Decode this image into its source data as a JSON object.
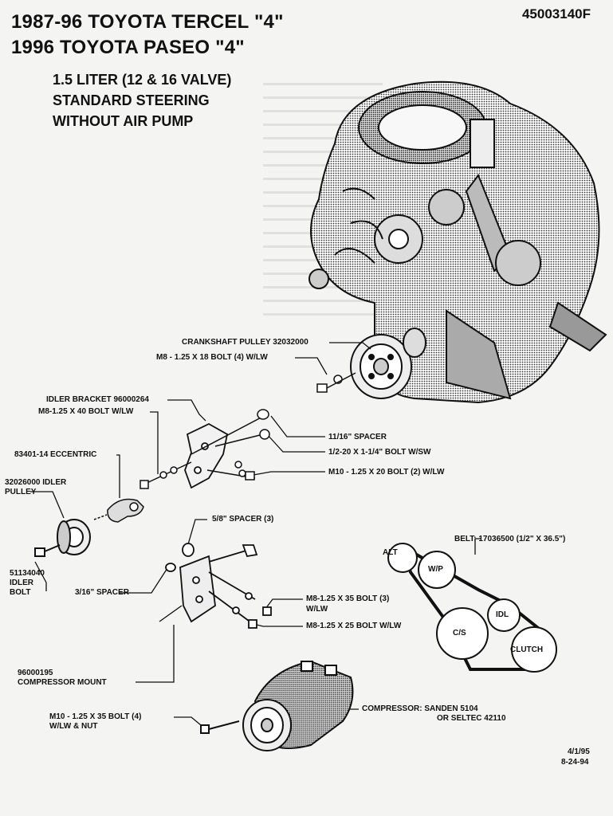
{
  "header": {
    "title_line1": "1987-96 TOYOTA TERCEL \"4\"",
    "title_line2": "1996 TOYOTA PASEO \"4\"",
    "part_number": "45003140F",
    "spec_line1": "1.5 LITER (12 & 16 VALVE)",
    "spec_line2": "STANDARD STEERING",
    "spec_line3": "WITHOUT AIR PUMP"
  },
  "labels": {
    "crankshaft_pulley": "CRANKSHAFT PULLEY 32032000",
    "m8_18_bolt": "M8 - 1.25 X 18  BOLT (4) W/LW",
    "idler_bracket": "IDLER BRACKET 96000264",
    "m8_40_bolt": "M8-1.25 X 40 BOLT W/LW",
    "eccentric": "83401-14 ECCENTRIC",
    "idler_pulley_line1": "32026000 IDLER",
    "idler_pulley_line2": "PULLEY",
    "spacer_11_16": "11/16\" SPACER",
    "bolt_half_20": "1/2-20 X 1-1/4\"  BOLT W/SW",
    "m10_20_bolt": "M10 - 1.25 X 20 BOLT (2) W/LW",
    "spacer_5_8": "5/8\" SPACER (3)",
    "idler_bolt_line1": "51134040",
    "idler_bolt_line2": "IDLER",
    "idler_bolt_line3": "BOLT",
    "spacer_3_16": "3/16\" SPACER",
    "m8_35_bolt_line1": "M8-1.25 X 35 BOLT (3)",
    "m8_35_bolt_line2": "W/LW",
    "m8_25_bolt": "M8-1.25 X 25 BOLT W/LW",
    "compressor_mount_line1": "96000195",
    "compressor_mount_line2": "COMPRESSOR MOUNT",
    "m10_35_bolt_line1": "M10 - 1.25 X 35 BOLT (4)",
    "m10_35_bolt_line2": "W/LW & NUT",
    "compressor_line1": "COMPRESSOR:  SANDEN 5104",
    "compressor_line2": "OR SELTEC 42110",
    "belt": "BELT:  17036500 (1/2\" X 36.5\")"
  },
  "belt_diagram": {
    "alt": "ALT",
    "wp": "W/P",
    "idl": "IDL",
    "cs": "C/S",
    "clutch": "CLUTCH"
  },
  "dates": {
    "date1": "4/1/95",
    "date2": "8-24-94"
  }
}
